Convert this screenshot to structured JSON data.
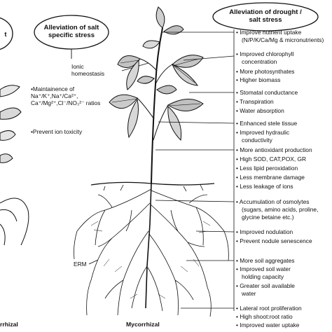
{
  "ovals": {
    "salt_specific": "Alleviation of salt specific stress",
    "drought_salt": "Alleviation of drought / salt stress",
    "left_cut": "t"
  },
  "middle": {
    "ionic": "Ionic homeostasis",
    "maintenance": "•Maintainence of Na⁺/K⁺,Na⁺/Ca²⁺, Ca⁺/Mg²⁺,Cl⁻/NO₃²⁻ ratios",
    "prevent": "•Prevent ion toxicity"
  },
  "right_labels": [
    "• Improve nutrient uptake",
    "(N/P/K/Ca/Mg & micronutrients)",
    "• Improved chlorophyll",
    "concentration",
    "• More photosynthates",
    "• Higher biomass",
    "• Stomatal conductance",
    "• Transpiration",
    "• Water absorption",
    "• Enhanced stele tissue",
    "• Improved hydraulic",
    "conductivity",
    "• More antioxidant production",
    "• High SOD, CAT,POX, GR",
    "• Less lipid peroxidation",
    "• Less membrane damage",
    "• Less leakage of ions",
    "• Accumulation of osmolytes",
    "(sugars, amino acids, proline,",
    "glycine betaine etc.)",
    "• Improved nodulation",
    "• Prevent nodule senescence",
    "• More soil aggregates",
    "• Improved soil water",
    "holding capacity",
    "• Greater soil available",
    "water",
    "• Lateral root proliferation",
    "• High shoot:root ratio",
    "• Improved water uptake"
  ],
  "labels": {
    "erm": "ERM",
    "mycorrhizal": "Mycorrhizal",
    "nonmyco_cut": "rrhizal"
  }
}
